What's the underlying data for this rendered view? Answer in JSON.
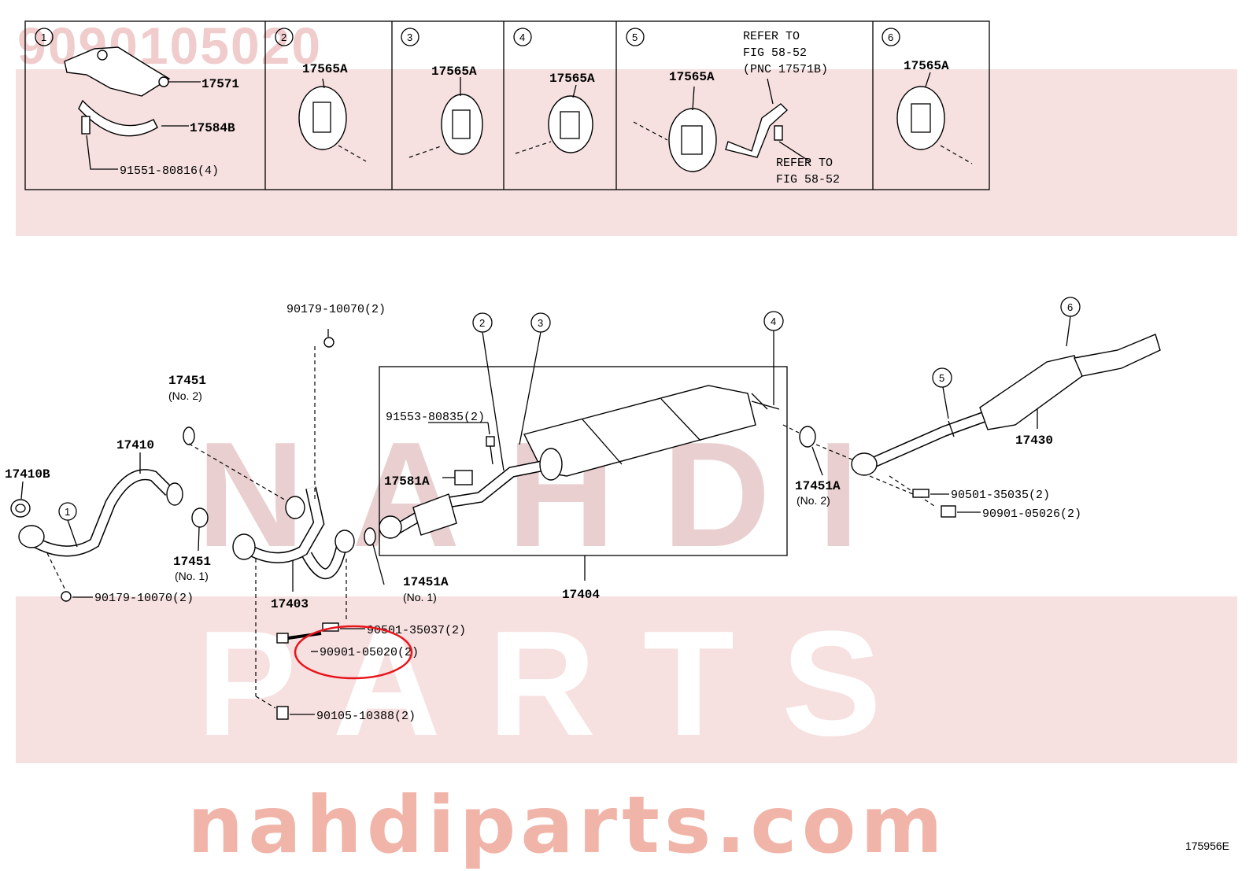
{
  "watermark": {
    "part_number": "9090105020",
    "brand": "NAHDI",
    "parts": "PARTS",
    "site": "nahdiparts.com"
  },
  "figure_id": "175956E",
  "inset": {
    "panels": [
      {
        "number": "1",
        "labels": [
          "17571",
          "17584B",
          "91551-80816(4)"
        ]
      },
      {
        "number": "2",
        "labels": [
          "17565A"
        ]
      },
      {
        "number": "3",
        "labels": [
          "17565A"
        ]
      },
      {
        "number": "4",
        "labels": [
          "17565A"
        ]
      },
      {
        "number": "5",
        "labels": [
          "17565A",
          "REFER TO",
          "FIG 58-52",
          "(PNC 17571B)",
          "REFER TO",
          "FIG 58-52"
        ]
      },
      {
        "number": "6",
        "labels": [
          "17565A"
        ]
      }
    ]
  },
  "callouts": {
    "c1": "1",
    "c2": "2",
    "c3": "3",
    "c4": "4",
    "c5": "5",
    "c6": "6"
  },
  "parts": {
    "p17410B": "17410B",
    "p17410": "17410",
    "p17451_no2": "17451",
    "p17451_no2_sub": "(No. 2)",
    "p17451_no1": "17451",
    "p17451_no1_sub": "(No. 1)",
    "p90179_top": "90179-10070(2)",
    "p90179_bottom": "90179-10070(2)",
    "p17403": "17403",
    "p17451A_no1": "17451A",
    "p17451A_no1_sub": "(No. 1)",
    "p90501_35037": "90501-35037(2)",
    "p90901_05020": "90901-05020(2)",
    "p90105": "90105-10388(2)",
    "p91553": "91553-80835(2)",
    "p17581A": "17581A",
    "p17404": "17404",
    "p17451A_no2": "17451A",
    "p17451A_no2_sub": "(No. 2)",
    "p17430": "17430",
    "p90501_35035": "90501-35035(2)",
    "p90901_05026": "90901-05026(2)"
  },
  "highlight_color": "#e8141c"
}
